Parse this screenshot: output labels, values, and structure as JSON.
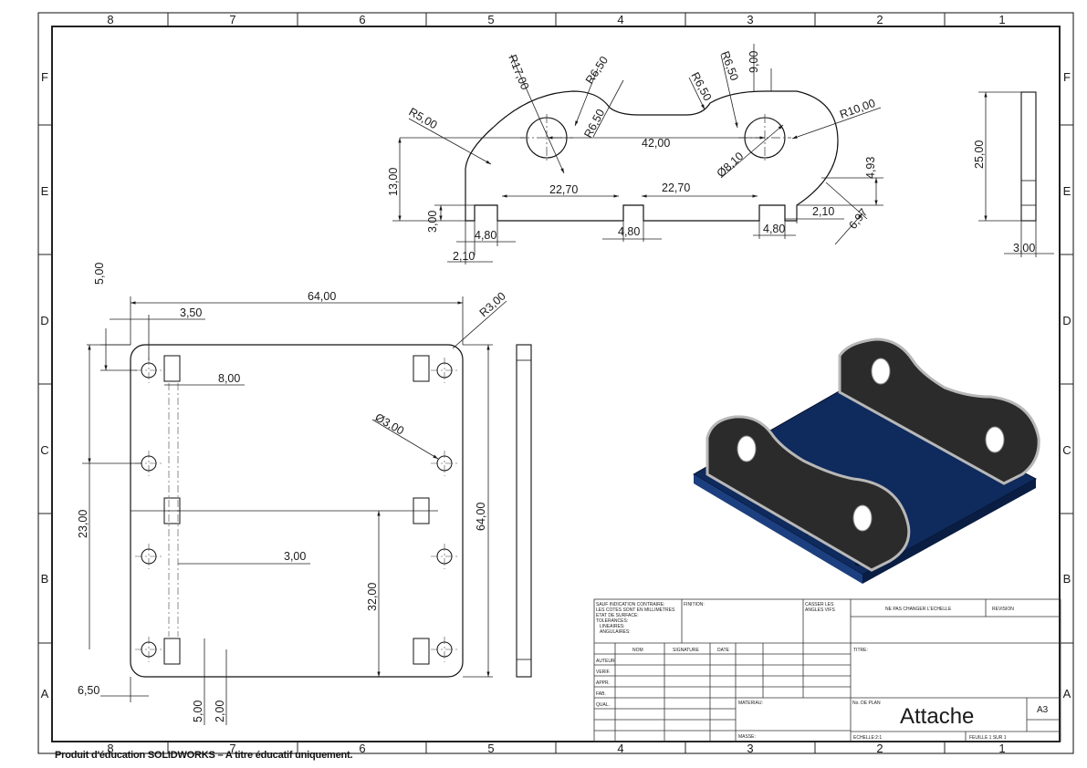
{
  "sheet": {
    "zone_columns": [
      "8",
      "7",
      "6",
      "5",
      "4",
      "3",
      "2",
      "1"
    ],
    "zone_rows": [
      "F",
      "E",
      "D",
      "C",
      "B",
      "A"
    ],
    "footer": "Produit d'éducation SOLIDWORKS – A titre éducatif uniquement."
  },
  "top_view": {
    "dims": {
      "r17": "R17,00",
      "r650a": "R6,50",
      "r650b": "R6,50",
      "r650c": "R6,50",
      "r650d": "R6,50",
      "h900": "9,00",
      "r500": "R5,00",
      "r1000": "R10,00",
      "d4200": "42,00",
      "d810": "Ø8,10",
      "d2270a": "22,70",
      "d2270b": "22,70",
      "h1300": "13,00",
      "h300": "3,00",
      "d480a": "4,80",
      "d210a": "2,10",
      "d480b": "4,80",
      "d480c": "4,80",
      "d210b": "2,10",
      "d493": "4,93",
      "d697": "6,97"
    }
  },
  "side_view": {
    "dims": {
      "h2500": "25,00",
      "w300": "3,00"
    }
  },
  "front_view": {
    "dims": {
      "v500": "5,00",
      "w3500": "3,50",
      "w6400": "64,00",
      "r300": "R3,00",
      "w800": "8,00",
      "d300": "Ø3,00",
      "v2300": "23,00",
      "h6400": "64,00",
      "w300": "3,00",
      "v3200": "32,00",
      "w650": "6,50",
      "v500b": "5,00",
      "v200": "2,00"
    }
  },
  "iso_view": {
    "colors": {
      "plate": "#0f2a5c",
      "plate_edge": "#1c3f80",
      "bracket": "#2b2b2b",
      "bracket_edge": "#b8b8b8"
    }
  },
  "title_block": {
    "notes": [
      "SAUF INDICATION CONTRAIRE:",
      "LES COTES SONT EN MILLIMETRES",
      "ETAT DE SURFACE:",
      "TOLERANCES:",
      "LINEAIRES:",
      "ANGULAIRES:"
    ],
    "finition": "FINITION:",
    "casser": [
      "CASSER LES",
      "ANGLES VIFS"
    ],
    "ne_pas_changer": "NE PAS CHANGER L'ECHELLE",
    "revision": "REVISION",
    "headers": [
      "NOM",
      "SIGNATURE",
      "DATE"
    ],
    "roles": [
      "AUTEUR",
      "VERIF.",
      "APPR.",
      "FAB.",
      "QUAL."
    ],
    "titre": "TITRE:",
    "materiau": "MATERIAU:",
    "masse": "MASSE:",
    "no_de_plan": "No. DE PLAN",
    "title": "Attache",
    "format": "A3",
    "echelle": "ECHELLE:2:1",
    "feuille": "FEUILLE 1 SUR 1"
  }
}
